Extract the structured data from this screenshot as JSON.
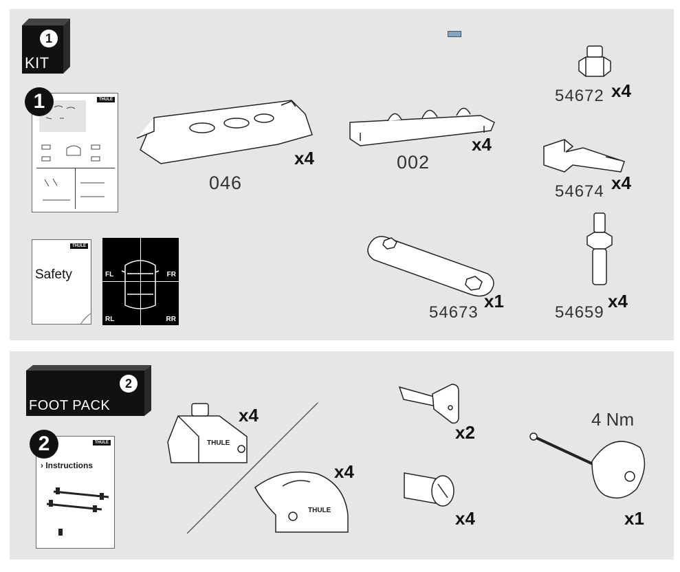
{
  "kit": {
    "badge_number": "1",
    "badge_label": "KIT",
    "instruction_number": "1",
    "brand": "THULE",
    "safety_label": "Safety",
    "positions": [
      "FL",
      "FR",
      "RL",
      "RR"
    ],
    "parts": [
      {
        "number": "046",
        "qty": "x4"
      },
      {
        "number": "002",
        "qty": "x4"
      },
      {
        "number": "54672",
        "qty": "x4"
      },
      {
        "number": "54674",
        "qty": "x4"
      },
      {
        "number": "54673",
        "qty": "x1"
      },
      {
        "number": "54659",
        "qty": "x4"
      }
    ]
  },
  "foot_pack": {
    "badge_number": "2",
    "badge_label": "FOOT PACK",
    "instruction_number": "2",
    "brand": "THULE",
    "instructions_label": "› Instructions",
    "feet": [
      {
        "qty": "x4",
        "brand": "THULE"
      },
      {
        "qty": "x4",
        "brand": "THULE"
      }
    ],
    "key_qty": "x2",
    "lock_qty": "x4",
    "tool_torque": "4 Nm",
    "tool_qty": "x1"
  },
  "colors": {
    "panel": "#e6e6e6",
    "badge": "#111111",
    "marker": "#7fa6c9"
  }
}
